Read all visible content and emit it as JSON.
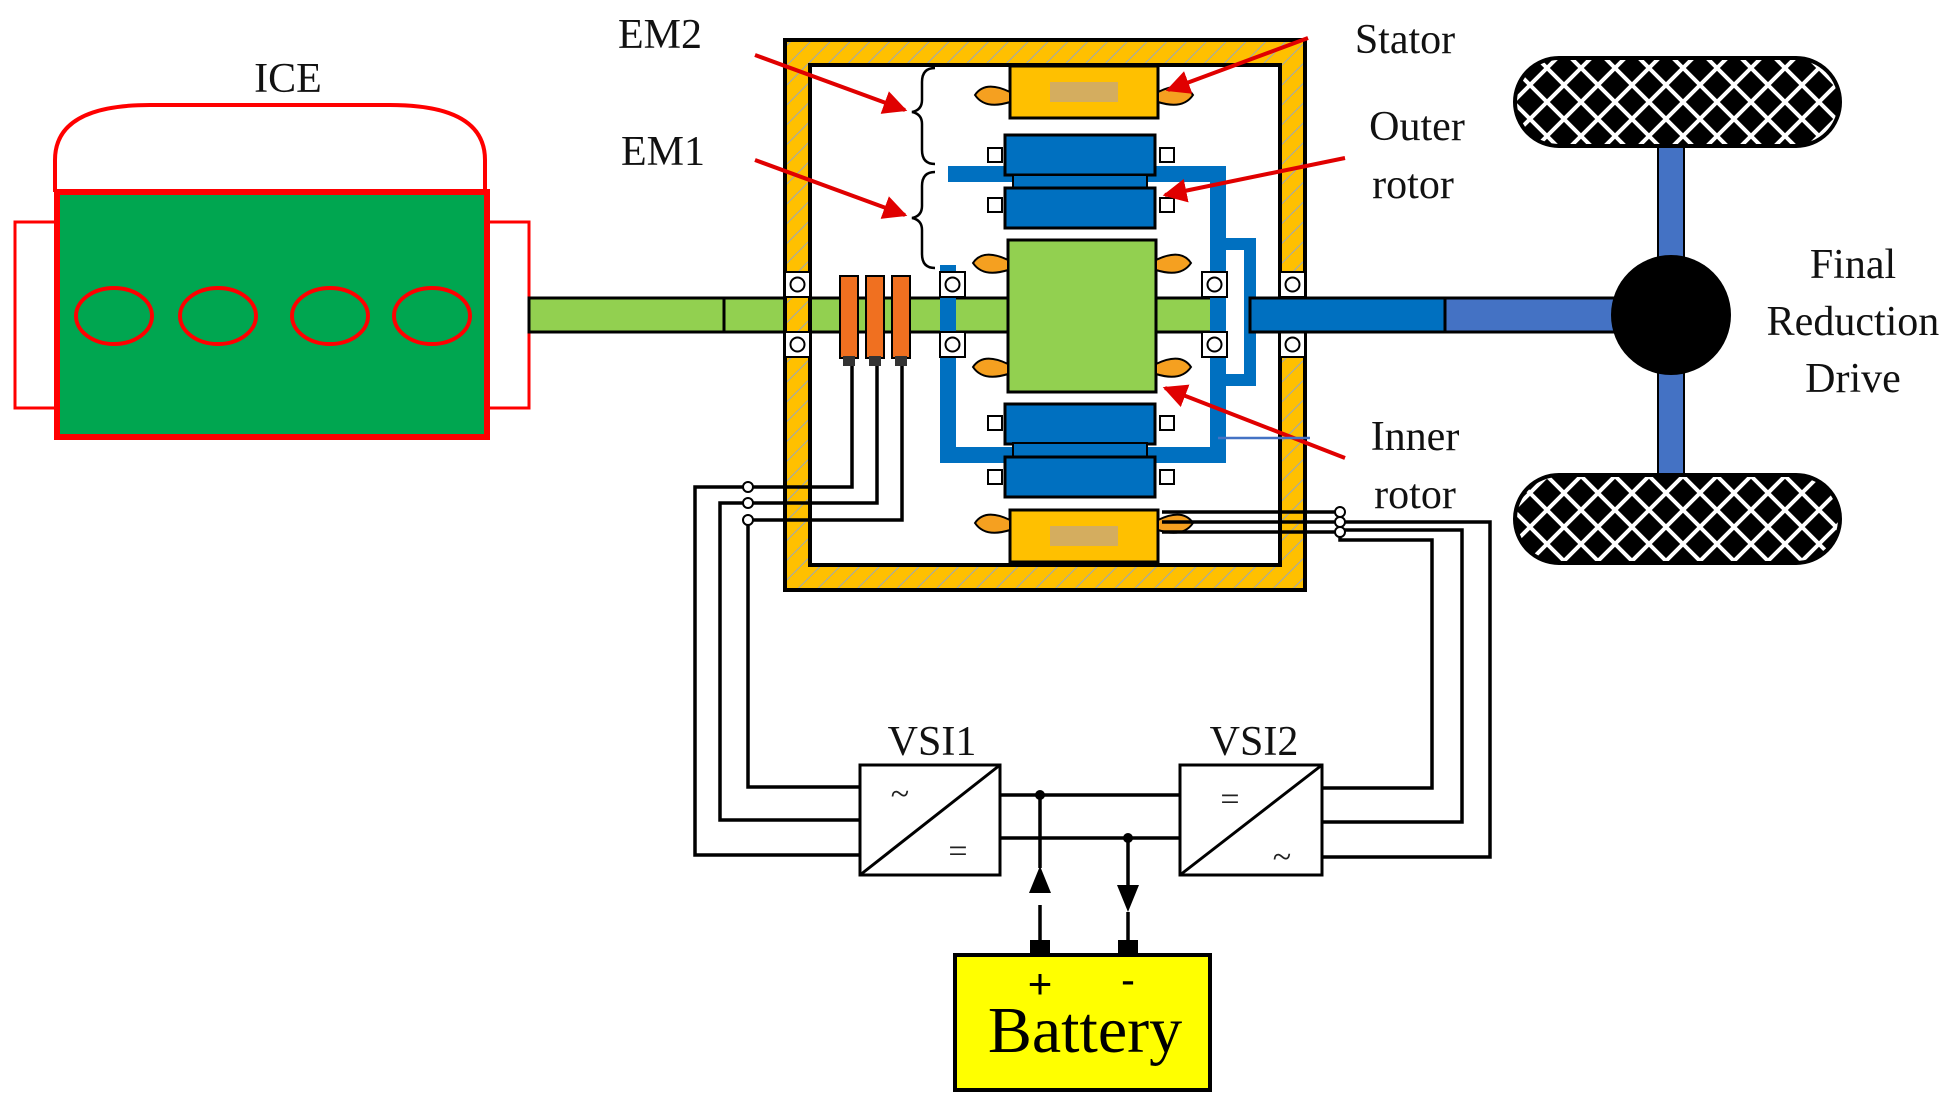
{
  "labels": {
    "ice": "ICE",
    "em2": "EM2",
    "em1": "EM1",
    "stator": "Stator",
    "outer_rotor_1": "Outer",
    "outer_rotor_2": "rotor",
    "inner_rotor_1": "Inner",
    "inner_rotor_2": "rotor",
    "final_1": "Final",
    "final_2": "Reduction",
    "final_3": "Drive",
    "vsi1": "VSI1",
    "vsi2": "VSI2",
    "battery": "Battery",
    "plus": "+",
    "minus": "-",
    "vsi1_ac": "~",
    "vsi1_dc": "=",
    "vsi2_dc": "=",
    "vsi2_ac": "~"
  },
  "colors": {
    "ice_body": "#00A650",
    "ice_outline": "#FF0000",
    "shaft_green": "#92D050",
    "rotor_blue": "#0070C0",
    "output_shaft_blue": "#4472C4",
    "housing_orange": "#FFC000",
    "slip_ring_orange": "#F07020",
    "battery_yellow": "#FFFF00",
    "arrow_red": "#E00000"
  }
}
